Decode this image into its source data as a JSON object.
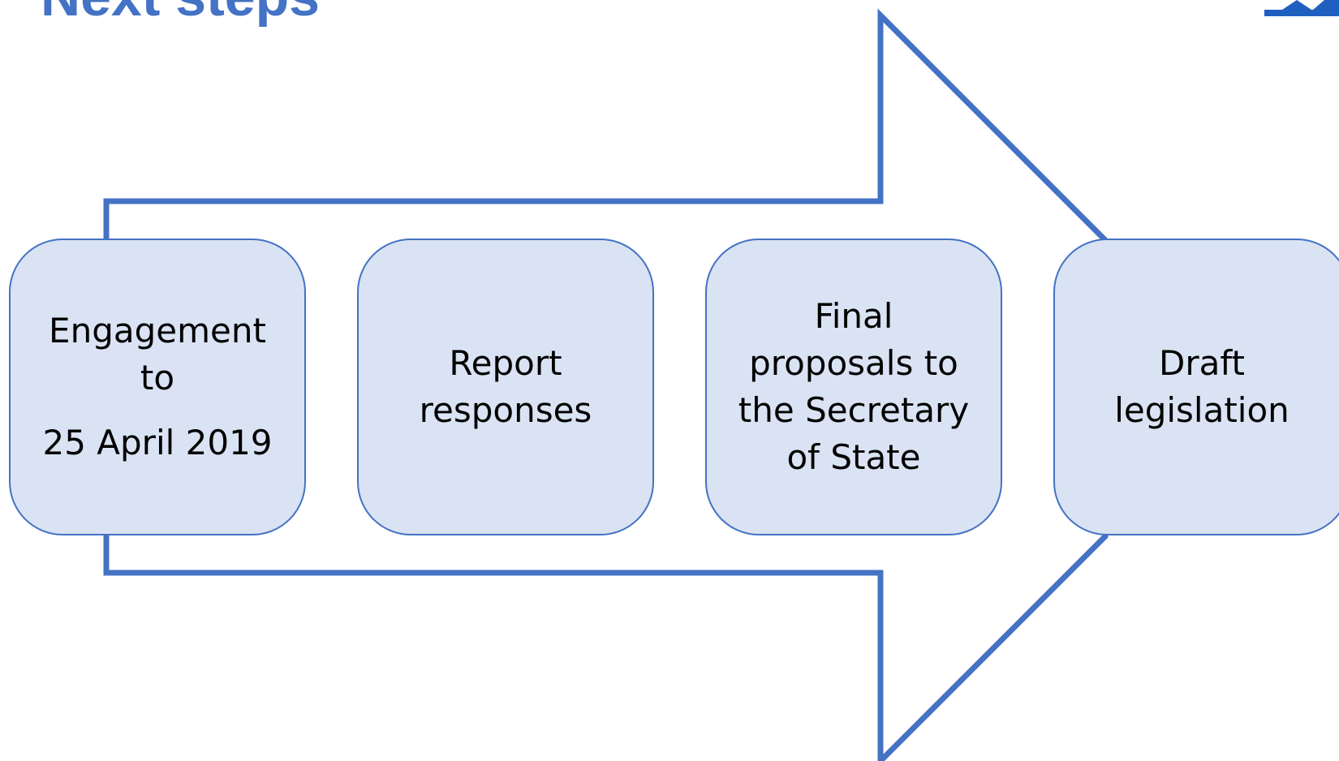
{
  "slide": {
    "title": "Next steps"
  },
  "colors": {
    "accent": "#4472c4",
    "box_fill": "#dae3f3",
    "title": "#4472c4",
    "logo": "#1f5fbf"
  },
  "steps": [
    {
      "lines": [
        "Engagement",
        "to",
        "25 April 2019"
      ]
    },
    {
      "lines": [
        "Report",
        "responses"
      ]
    },
    {
      "lines": [
        "Final",
        "proposals to",
        "the Secretary",
        "of State"
      ]
    },
    {
      "lines": [
        "Draft",
        "legislation"
      ]
    }
  ]
}
